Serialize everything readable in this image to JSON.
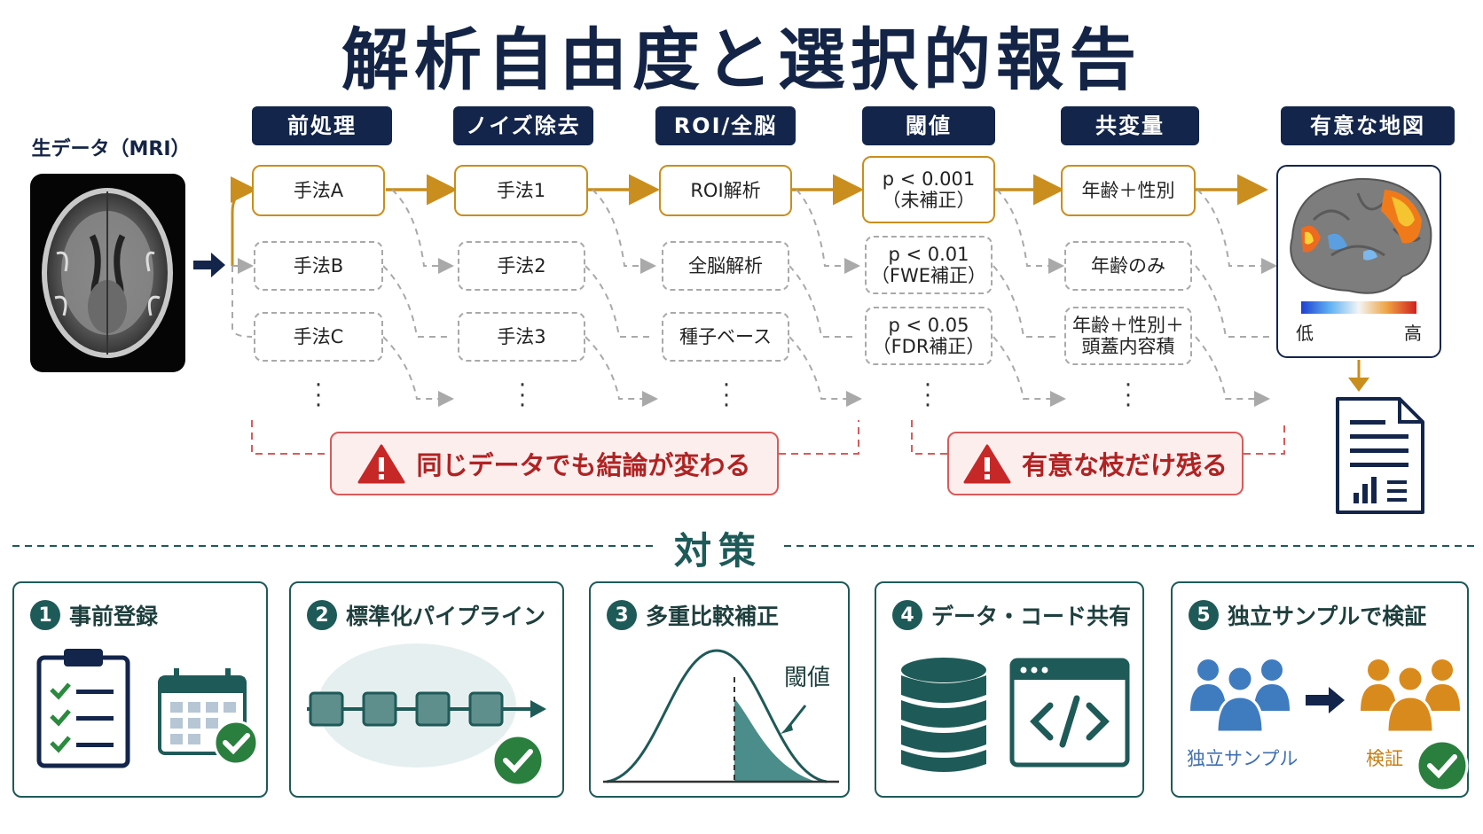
{
  "title": "解析自由度と選択的報告",
  "raw_data_label": "生データ（MRI）",
  "steps": [
    {
      "header": "前処理",
      "selected": "手法A",
      "alternatives": [
        "手法B",
        "手法C"
      ]
    },
    {
      "header": "ノイズ除去",
      "selected": "手法1",
      "alternatives": [
        "手法2",
        "手法3"
      ]
    },
    {
      "header": "ROI/全脳",
      "selected": "ROI解析",
      "alternatives": [
        "全脳解析",
        "種子ベース"
      ]
    },
    {
      "header": "閾値",
      "selected": [
        "p < 0.001",
        "（未補正）"
      ],
      "alternatives": [
        [
          "p < 0.01",
          "（FWE補正）"
        ],
        [
          "p < 0.05",
          "（FDR補正）"
        ]
      ]
    },
    {
      "header": "共変量",
      "selected": "年齢＋性別",
      "alternatives": [
        "年齢のみ",
        [
          "年齢＋性別＋",
          "頭蓋内容積"
        ]
      ]
    }
  ],
  "result": {
    "header": "有意な地図",
    "scale_low": "低",
    "scale_high": "高"
  },
  "warnings": [
    "同じデータでも結論が変わる",
    "有意な枝だけ残る"
  ],
  "countermeasures_title": "対策",
  "cards": [
    {
      "num": "1",
      "title": "事前登録"
    },
    {
      "num": "2",
      "title": "標準化パイプライン"
    },
    {
      "num": "3",
      "title": "多重比較補正",
      "threshold_label": "閾値"
    },
    {
      "num": "4",
      "title": "データ・コード共有"
    },
    {
      "num": "5",
      "title": "独立サンプルで検証",
      "left_label": "独立サンプル",
      "right_label": "検証"
    }
  ],
  "colors": {
    "navy": "#13254a",
    "gold": "#c98e1d",
    "teal": "#1e5a58",
    "warn_red": "#b02323",
    "orange": "#d98a1c",
    "blue": "#3f7bbf",
    "check_green": "#2a7f3e"
  }
}
